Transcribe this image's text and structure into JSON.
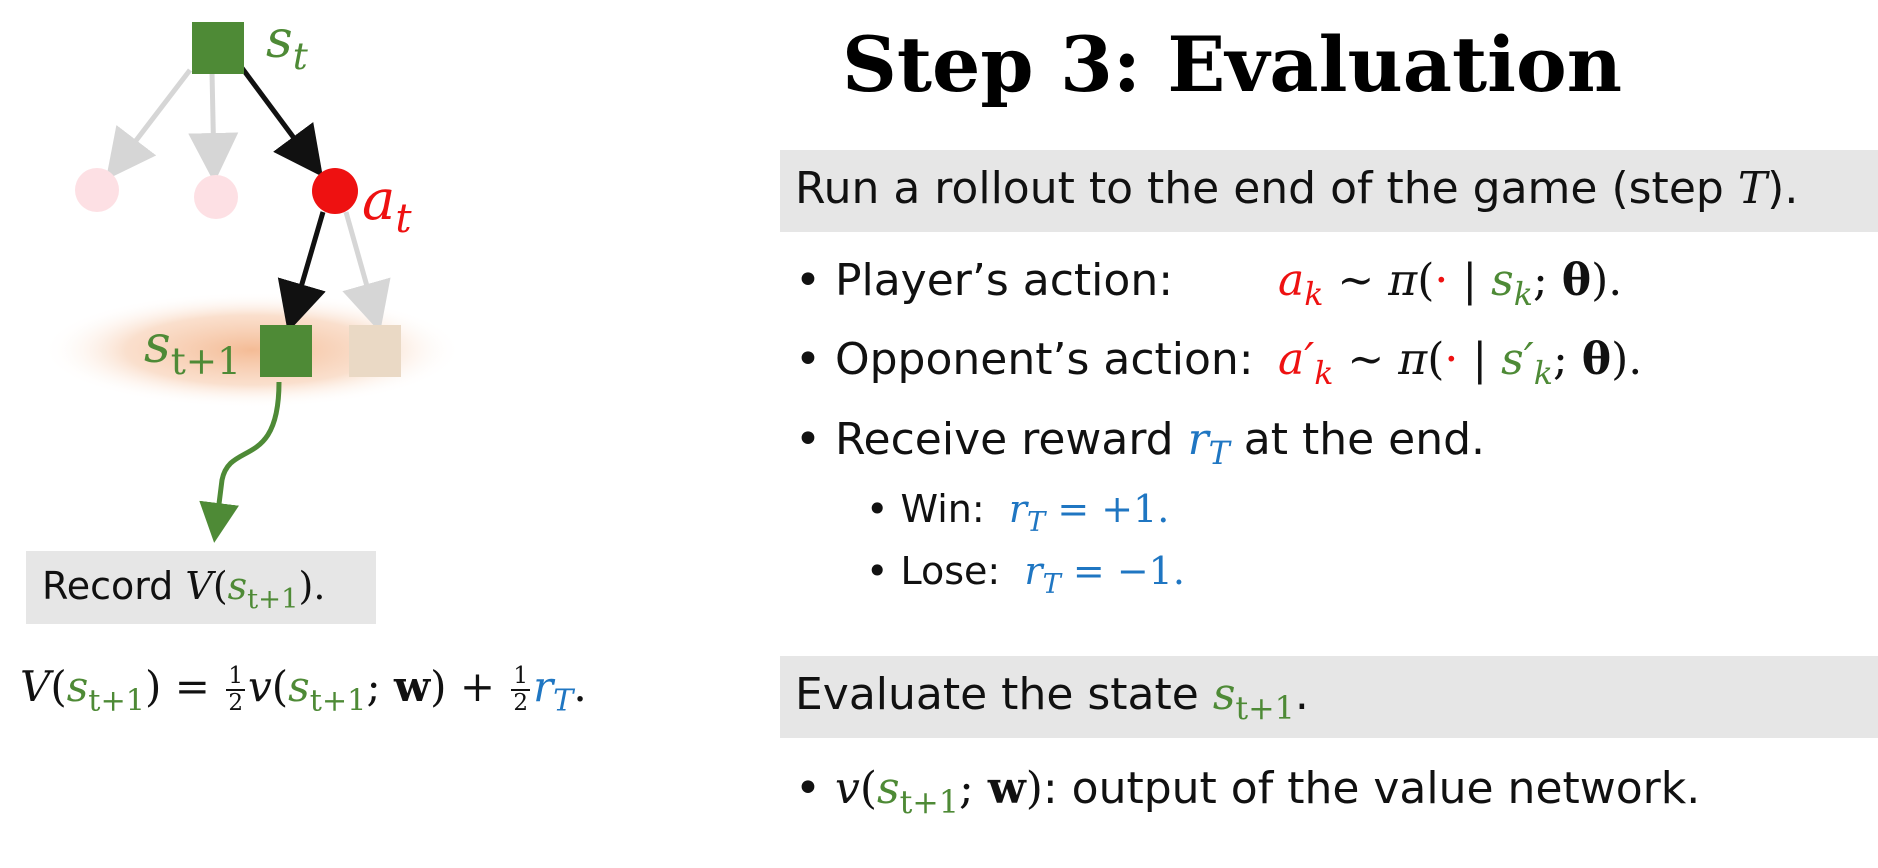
{
  "title": "Step 3: Evaluation",
  "rollout": {
    "heading_pre": "Run a rollout to the end of the game (step ",
    "heading_var": "T",
    "heading_post": ").",
    "bullets": [
      {
        "label": "Player’s action:"
      },
      {
        "label": "Opponent’s action:"
      },
      {
        "label_pre": "Receive reward ",
        "label_post": " at the end."
      }
    ],
    "sub_bullets": [
      {
        "label": "Win:",
        "value": "+1."
      },
      {
        "label": "Lose:",
        "value": "−1."
      }
    ]
  },
  "evaluate": {
    "heading": "Evaluate the state ",
    "bullet_text": ":  output of the value network."
  },
  "diagram": {
    "record_label": "Record "
  },
  "colors": {
    "state": "#4e8a36",
    "action": "#ee1111",
    "reward": "#1f76c2",
    "band": "#e6e6e6"
  }
}
